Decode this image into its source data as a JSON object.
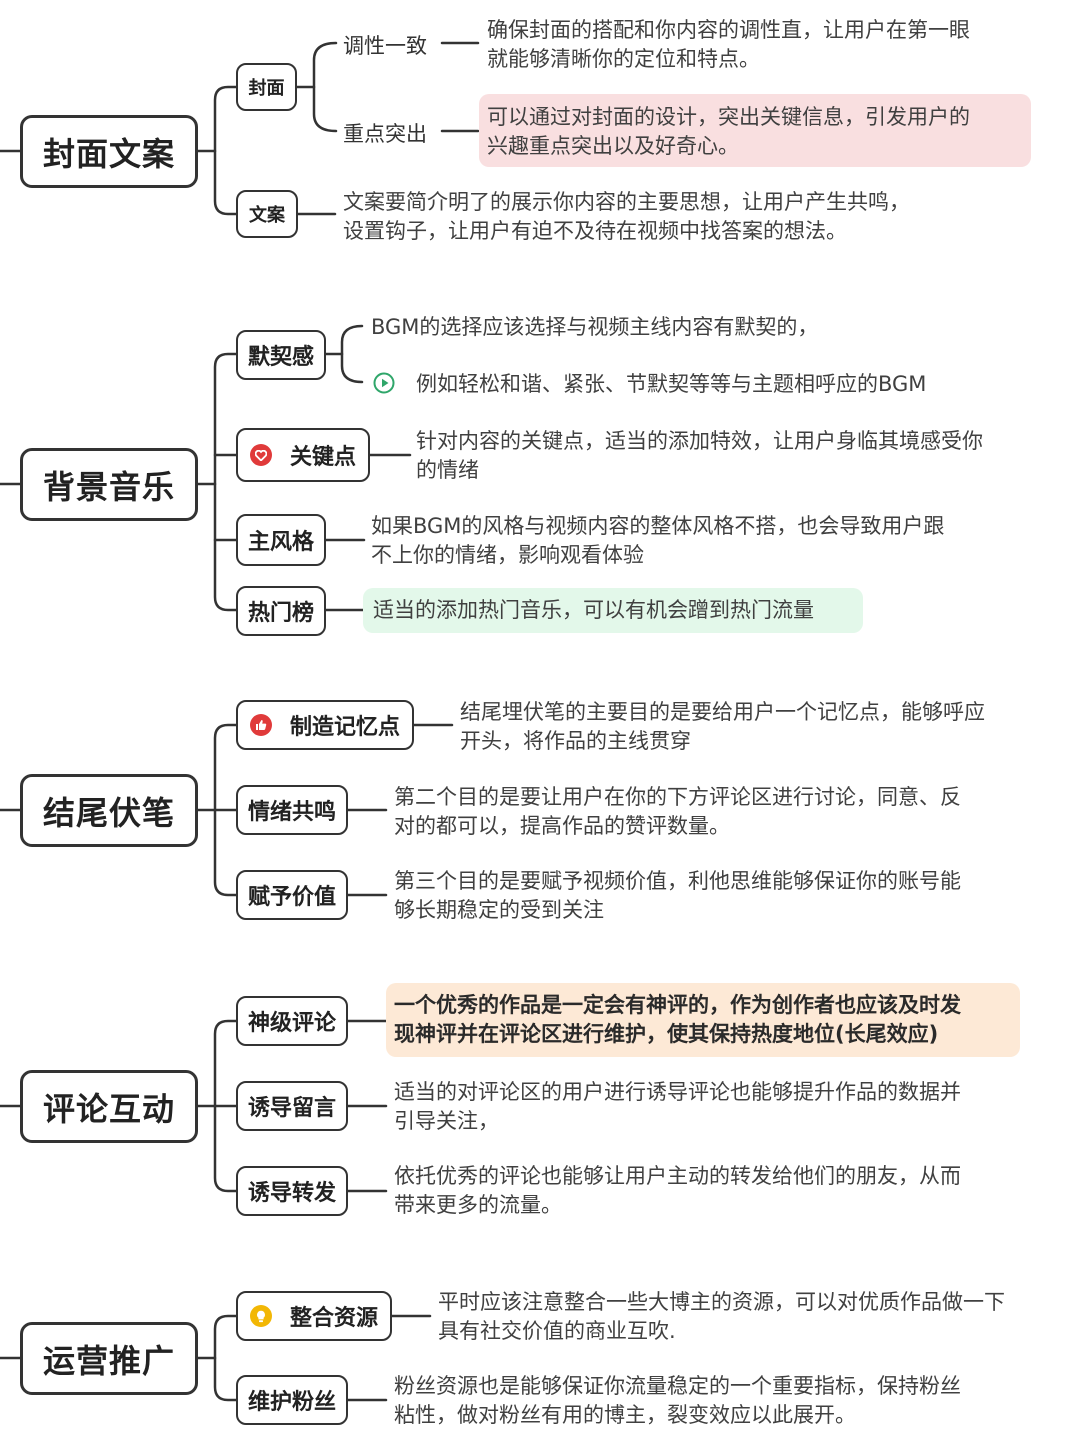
{
  "colors": {
    "line": "#333333",
    "pink_highlight": "#f9dfe0",
    "green_highlight": "#e3f8ea",
    "orange_highlight": "#fde9d6",
    "red_icon": "#e03a3a",
    "yellow_icon": "#f2b705",
    "play_icon": "#2fa66a"
  },
  "sections": [
    {
      "title": "封面文案",
      "branches": [
        {
          "label": "封面",
          "children": [
            {
              "label": "调性一致",
              "text": "确保封面的搭配和你内容的调性直，让用户在第一眼\n就能够清晰你的定位和特点。"
            },
            {
              "label": "重点突出",
              "text": "可以通过对封面的设计，突出关键信息，引发用户的\n兴趣重点突出以及好奇心。"
            }
          ]
        },
        {
          "label": "文案",
          "text": "文案要简介明了的展示你内容的主要思想，让用户产生共鸣，\n设置钩子，让用户有迫不及待在视频中找答案的想法。"
        }
      ]
    },
    {
      "title": "背景音乐",
      "branches": [
        {
          "label": "默契感",
          "children": [
            {
              "text": "BGM的选择应该选择与视频主线内容有默契的，"
            },
            {
              "icon": "play-circle-icon",
              "text": "例如轻松和谐、紧张、节默契等等与主题相呼应的BGM"
            }
          ]
        },
        {
          "label": "关键点",
          "icon": "heart-icon",
          "text": "针对内容的关键点，适当的添加特效，让用户身临其境感受你\n的情绪"
        },
        {
          "label": "主风格",
          "text": "如果BGM的风格与视频内容的整体风格不搭，也会导致用户跟\n不上你的情绪，影响观看体验"
        },
        {
          "label": "热门榜",
          "text": "适当的添加热门音乐，可以有机会蹭到热门流量"
        }
      ]
    },
    {
      "title": "结尾伏笔",
      "branches": [
        {
          "label": "制造记忆点",
          "icon": "thumbs-up-icon",
          "text": "结尾埋伏笔的主要目的是要给用户一个记忆点，能够呼应\n开头，将作品的主线贯穿"
        },
        {
          "label": "情绪共鸣",
          "text": "第二个目的是要让用户在你的下方评论区进行讨论，同意、反\n对的都可以，提高作品的赞评数量。"
        },
        {
          "label": "赋予价值",
          "text": "第三个目的是要赋予视频价值，利他思维能够保证你的账号能\n够长期稳定的受到关注"
        }
      ]
    },
    {
      "title": "评论互动",
      "branches": [
        {
          "label": "神级评论",
          "text": "一个优秀的作品是一定会有神评的，作为创作者也应该及时发\n现神评并在评论区进行维护，使其保持热度地位(长尾效应)"
        },
        {
          "label": "诱导留言",
          "text": "适当的对评论区的用户进行诱导评论也能够提升作品的数据并\n引导关注，"
        },
        {
          "label": "诱导转发",
          "text": "依托优秀的评论也能够让用户主动的转发给他们的朋友，从而\n带来更多的流量。"
        }
      ]
    },
    {
      "title": "运营推广",
      "branches": [
        {
          "label": "整合资源",
          "icon": "lightbulb-icon",
          "text": "平时应该注意整合一些大博主的资源，可以对优质作品做一下\n具有社交价值的商业互吹."
        },
        {
          "label": "维护粉丝",
          "text": "粉丝资源也是能够保证你流量稳定的一个重要指标，保持粉丝\n粘性，做对粉丝有用的博主，裂变效应以此展开。"
        }
      ]
    }
  ]
}
